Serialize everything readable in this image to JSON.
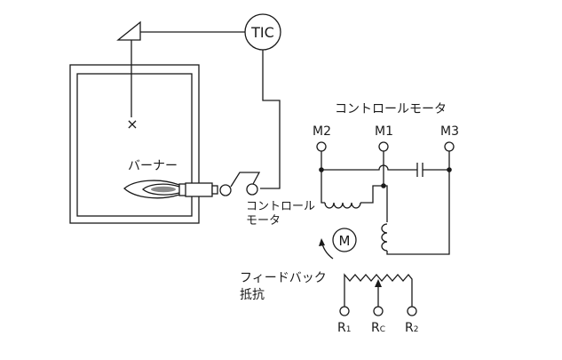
{
  "labels": {
    "controller": "TIC",
    "burner": "バーナー",
    "motor_label_top": "コントロールモータ",
    "motor_label_left_line1": "コントロール",
    "motor_label_left_line2": "モータ",
    "motor_symbol": "M",
    "feedback_line1": "フィードバック",
    "feedback_line2": "抵抗"
  },
  "terminals": {
    "m2": "M2",
    "m1": "M1",
    "m3": "M3",
    "r1": "R",
    "r1_sub": "1",
    "rc": "R",
    "rc_sub": "C",
    "r2": "R",
    "r2_sub": "2"
  },
  "marks": {
    "sensor": "×"
  }
}
